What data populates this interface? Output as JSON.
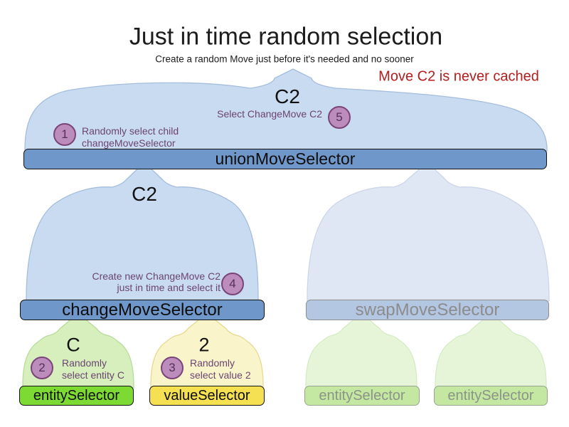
{
  "header": {
    "title": "Just in time random selection",
    "subtitle": "Create a random Move just before it's needed and no sooner",
    "note": "Move C2 is never cached"
  },
  "union": {
    "bar": "unionMoveSelector",
    "selection_label": "C2",
    "step1": {
      "num": "1",
      "line1": "Randomly select child",
      "line2": "changeMoveSelector"
    },
    "step5": {
      "num": "5",
      "text": "Select ChangeMove C2"
    }
  },
  "change": {
    "bar": "changeMoveSelector",
    "selection_label": "C2",
    "step4": {
      "num": "4",
      "line1": "Create new ChangeMove C2",
      "line2": "just in time and select it"
    }
  },
  "swap": {
    "bar": "swapMoveSelector"
  },
  "entity": {
    "bar": "entitySelector",
    "selection_label": "C",
    "step2": {
      "num": "2",
      "line1": "Randomly",
      "line2": "select entity C"
    }
  },
  "value": {
    "bar": "valueSelector",
    "selection_label": "2",
    "step3": {
      "num": "3",
      "line1": "Randomly",
      "line2": "select value 2"
    }
  },
  "faded_entities": {
    "bar_left": "entitySelector",
    "bar_right": "entitySelector"
  },
  "colors": {
    "funnel_blue_fill": "#c9dbf0",
    "funnel_blue_stroke": "#a5bddd",
    "bar_blue": "#7097c9",
    "faded_funnel_fill": "#dfe7f4",
    "faded_bar_blue": "#b3c6e2",
    "funnel_green_fill": "#d6efbd",
    "bar_green": "#7cda33",
    "funnel_yellow_fill": "#faf4cb",
    "bar_yellow": "#f5e052",
    "faded_green_funnel": "#e6f5d8",
    "faded_green_bar": "#c4e8a2",
    "step_circle_fill": "#bc8cbc",
    "step_circle_border": "#7a4479",
    "annotation_text": "#6b4472",
    "note_red": "#b21d1d"
  }
}
